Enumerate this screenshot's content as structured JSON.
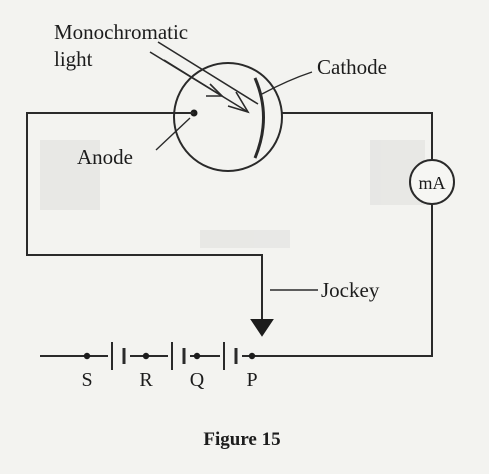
{
  "diagram": {
    "caption": "Figure 15",
    "labels": {
      "light_line1": "Monochromatic",
      "light_line2": "light",
      "cathode": "Cathode",
      "anode": "Anode",
      "meter": "mA",
      "jockey": "Jockey"
    },
    "points": [
      "S",
      "R",
      "Q",
      "P"
    ]
  }
}
